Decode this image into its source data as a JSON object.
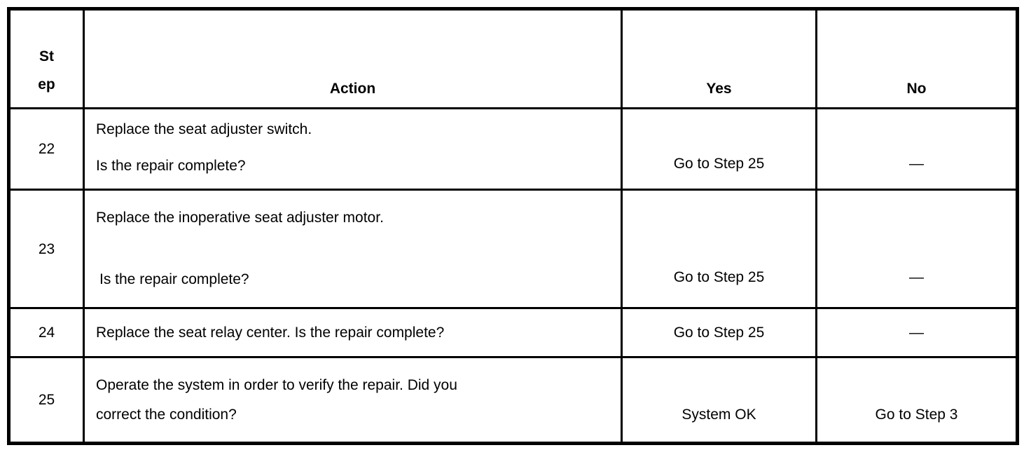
{
  "table": {
    "columns": [
      {
        "id": "step",
        "label_lines": [
          "St",
          "ep"
        ]
      },
      {
        "id": "action",
        "label": "Action"
      },
      {
        "id": "yes",
        "label": "Yes"
      },
      {
        "id": "no",
        "label": "No"
      }
    ],
    "rows": [
      {
        "step": "22",
        "action_lines": [
          "Replace the seat adjuster switch.",
          "Is the repair complete?"
        ],
        "yes": "Go to Step 25",
        "no": "—"
      },
      {
        "step": "23",
        "action_lines": [
          "Replace the inoperative seat adjuster motor.",
          "Is the repair complete?"
        ],
        "yes": "Go to Step 25",
        "no": "—"
      },
      {
        "step": "24",
        "action_lines": [
          "Replace the seat relay center. Is the repair complete?"
        ],
        "yes": "Go to Step 25",
        "no": "—"
      },
      {
        "step": "25",
        "action_lines": [
          "Operate the system in order to verify the repair. Did you",
          "correct the condition?"
        ],
        "yes": "System OK",
        "no": "Go to Step 3"
      }
    ]
  }
}
